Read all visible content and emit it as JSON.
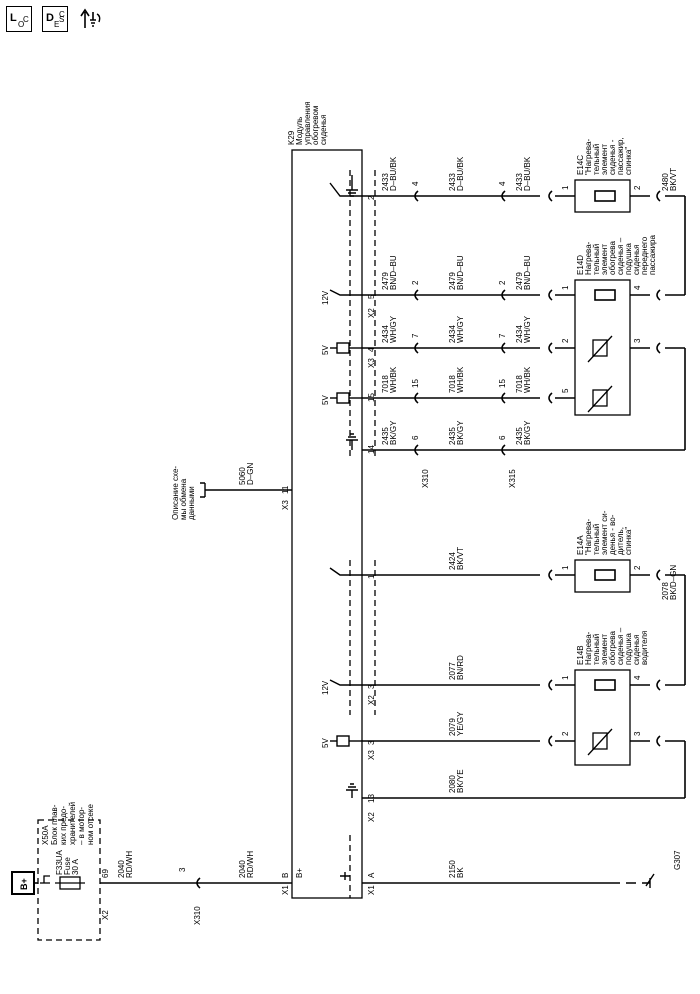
{
  "header": {
    "icons": [
      {
        "name": "location-icon",
        "letters": "LOC"
      },
      {
        "name": "description-icon",
        "letters": "DESC"
      },
      {
        "name": "power-ground-icon"
      }
    ]
  },
  "module": {
    "title": "K29 Модуль управления обогревом сиденья",
    "title_lines": [
      "K29",
      "Модуль",
      "управления",
      "обогревом",
      "сиденья"
    ],
    "pin_b_label": "B",
    "bplus_label": "B+",
    "pin_a_label": "A",
    "x1_label": "X1",
    "x2_label": "X2",
    "x3_label": "X3"
  },
  "fuse_block": {
    "title_lines": [
      "X50A",
      "Блок плав-",
      "ких предо-",
      "хранителей",
      "– в мотор-",
      "ном отсеке"
    ],
    "fuse_lines": [
      "F33UA",
      "Fuse",
      "30 A"
    ],
    "connector": "X2",
    "pin": "69",
    "battery": "B+"
  },
  "wires": {
    "w2040_a": {
      "num": "2040",
      "color": "RD/WH"
    },
    "w2040_b": {
      "num": "2040",
      "color": "RD/WH"
    },
    "w2150": {
      "num": "2150",
      "color": "BK"
    },
    "w2080": {
      "num": "2080",
      "color": "BK/YE"
    },
    "w2079": {
      "num": "2079",
      "color": "YE/GY"
    },
    "w2077": {
      "num": "2077",
      "color": "BN/RD"
    },
    "w2424": {
      "num": "2424",
      "color": "BK/VT"
    },
    "w2078": {
      "num": "2078",
      "color": "BK/D–GN"
    },
    "w5060": {
      "num": "5060",
      "color": "D–GN"
    },
    "w2435": {
      "num": "2435",
      "color": "BK/GY"
    },
    "w7018": {
      "num": "7018",
      "color": "WH/BK"
    },
    "w2434": {
      "num": "2434",
      "color": "WH/GY"
    },
    "w2479": {
      "num": "2479",
      "color": "BN/D–BU"
    },
    "w2433": {
      "num": "2433",
      "color": "D–BU/BK"
    },
    "w2480": {
      "num": "2480",
      "color": "BK/VT"
    }
  },
  "connectors": {
    "x310": "X310",
    "x315": "X315",
    "g307": "G307",
    "pin_3": "3",
    "pin_13": "13",
    "pin_1": "1",
    "pin_11": "11",
    "pin_14": "14",
    "pin_15": "15",
    "pin_4": "4",
    "pin_5": "5",
    "pin_2": "2",
    "pin_6": "6",
    "pin_7": "7"
  },
  "voltage": {
    "v5": "5V",
    "v12": "12V"
  },
  "data_comm": {
    "lines": [
      "Описание схе-",
      "мы обмена",
      "данными"
    ]
  },
  "components": {
    "e14b": {
      "lines": [
        "E14B",
        "Нагрева-",
        "тельный",
        "элемент",
        "обогрева",
        "сиденья –",
        "подушка",
        "сиденья",
        "водителя"
      ]
    },
    "e14a": {
      "lines": [
        "E14A",
        "\"Нагрева-",
        "тельный",
        "элемент си-",
        "денья - во-",
        "дитель,",
        "спинка\""
      ]
    },
    "e14d": {
      "lines": [
        "E14D",
        "Нагрева-",
        "тельный",
        "элемент",
        "обогрева",
        "сиденья –",
        "подушка",
        "сиденья",
        "переднего",
        "пассажира"
      ]
    },
    "e14c": {
      "lines": [
        "E14C",
        "\"Нагрева-",
        "тельный",
        "элемент",
        "сиденья -",
        "пассажир,",
        "спинка\""
      ]
    }
  }
}
